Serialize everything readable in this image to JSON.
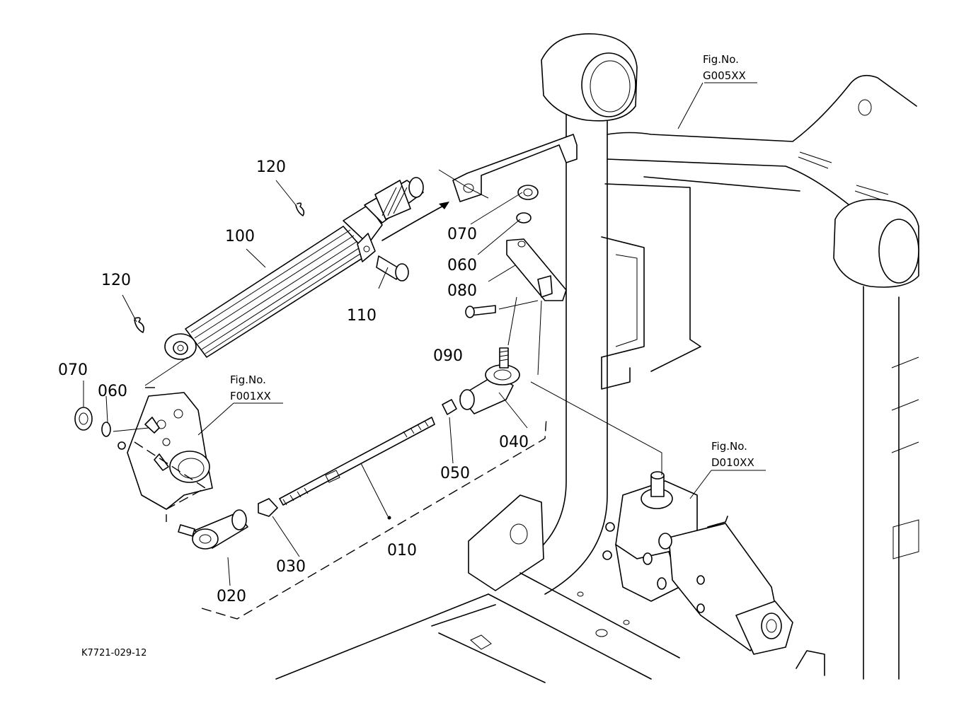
{
  "callouts": {
    "p010": "010",
    "p020": "020",
    "p030": "030",
    "p040": "040",
    "p050": "050",
    "p060_left": "060",
    "p060_right": "060",
    "p070_left": "070",
    "p070_right": "070",
    "p080": "080",
    "p090": "090",
    "p100": "100",
    "p110": "110",
    "p120_top": "120",
    "p120_left": "120"
  },
  "figure_refs": {
    "g005": {
      "line1": "Fig.No.",
      "line2": "G005XX"
    },
    "f001": {
      "line1": "Fig.No.",
      "line2": "F001XX"
    },
    "d010": {
      "line1": "Fig.No.",
      "line2": "D010XX"
    }
  },
  "drawing_number": "K7721-029-12"
}
